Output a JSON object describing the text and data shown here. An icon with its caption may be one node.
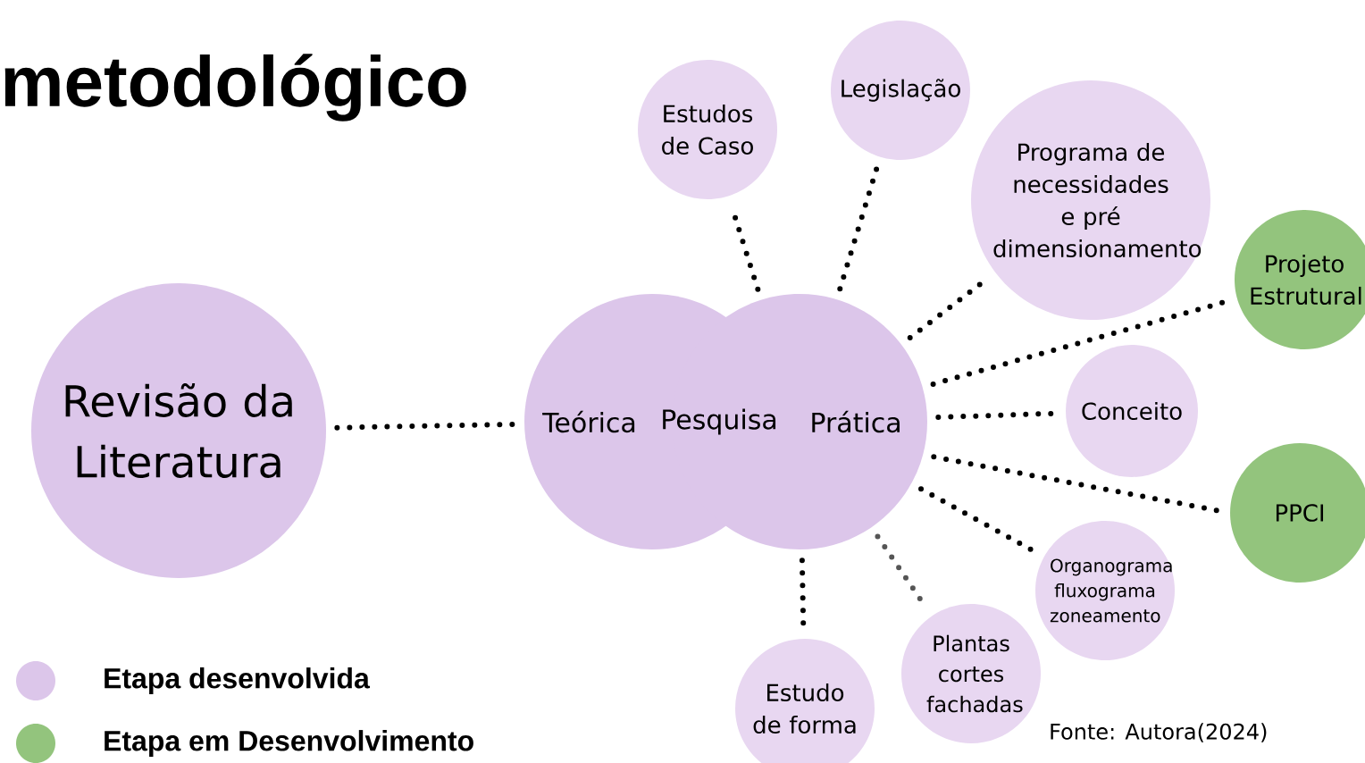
{
  "diagram": {
    "title": "metodológico",
    "nodes": [
      {
        "text": [
          "Revisão da Literatura"
        ]
      },
      {
        "text": [
          "Teórica"
        ]
      },
      {
        "text": [
          "Prática"
        ]
      },
      {
        "text": [
          "Estudos de Caso"
        ]
      },
      {
        "text": [
          "Legislação"
        ]
      },
      {
        "text": [
          "Programa de necessidades e pré dimensionamento"
        ]
      },
      {
        "text": [
          "Projeto Estrutural"
        ]
      },
      {
        "text": [
          "Conceito"
        ]
      },
      {
        "text": [
          "PPCI"
        ]
      },
      {
        "text": [
          "Organograma fluxograma zoneamento"
        ]
      },
      {
        "text": [
          "Plantas cortes fachadas"
        ]
      },
      {
        "text": [
          "Estudo de forma"
        ]
      }
    ],
    "edges": [
      {
        "from": 0,
        "to": 1,
        "arrow": "none"
      },
      {
        "from": 2,
        "to": 3,
        "arrow": "none"
      },
      {
        "from": 2,
        "to": 4,
        "arrow": "none"
      },
      {
        "from": 2,
        "to": 5,
        "arrow": "none"
      },
      {
        "from": 2,
        "to": 6,
        "arrow": "none"
      },
      {
        "from": 2,
        "to": 7,
        "arrow": "none"
      },
      {
        "from": 2,
        "to": 8,
        "arrow": "none"
      },
      {
        "from": 2,
        "to": 9,
        "arrow": "none"
      },
      {
        "from": 2,
        "to": 10,
        "arrow": "none",
        "color": "#555555"
      },
      {
        "from": 2,
        "to": 11,
        "arrow": "none"
      }
    ],
    "labels": [
      "Pesquisa",
      "Fonte: Autora(2024)"
    ],
    "legend": [
      {
        "text": "Etapa desenvolvida",
        "color": "#dcc6ea"
      },
      {
        "text": "Etapa em Desenvolvimento",
        "color": "#93c47d"
      }
    ]
  }
}
